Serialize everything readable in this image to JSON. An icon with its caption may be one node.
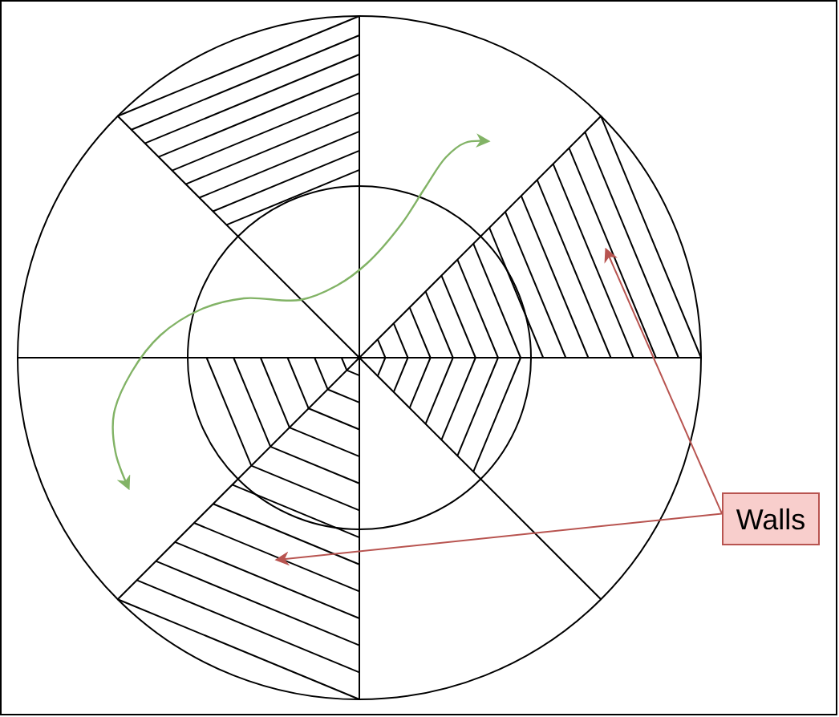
{
  "diagram": {
    "nodes": [
      {
        "text": [],
        "shape": "sector"
      },
      {
        "text": [],
        "shape": "sector"
      },
      {
        "text": [
          "Walls"
        ]
      }
    ],
    "edges": [
      {
        "from": 2,
        "to": 0,
        "arrow": "to",
        "color": "#b85450"
      },
      {
        "from": 2,
        "to": 1,
        "arrow": "to",
        "color": "#b85450"
      }
    ]
  }
}
